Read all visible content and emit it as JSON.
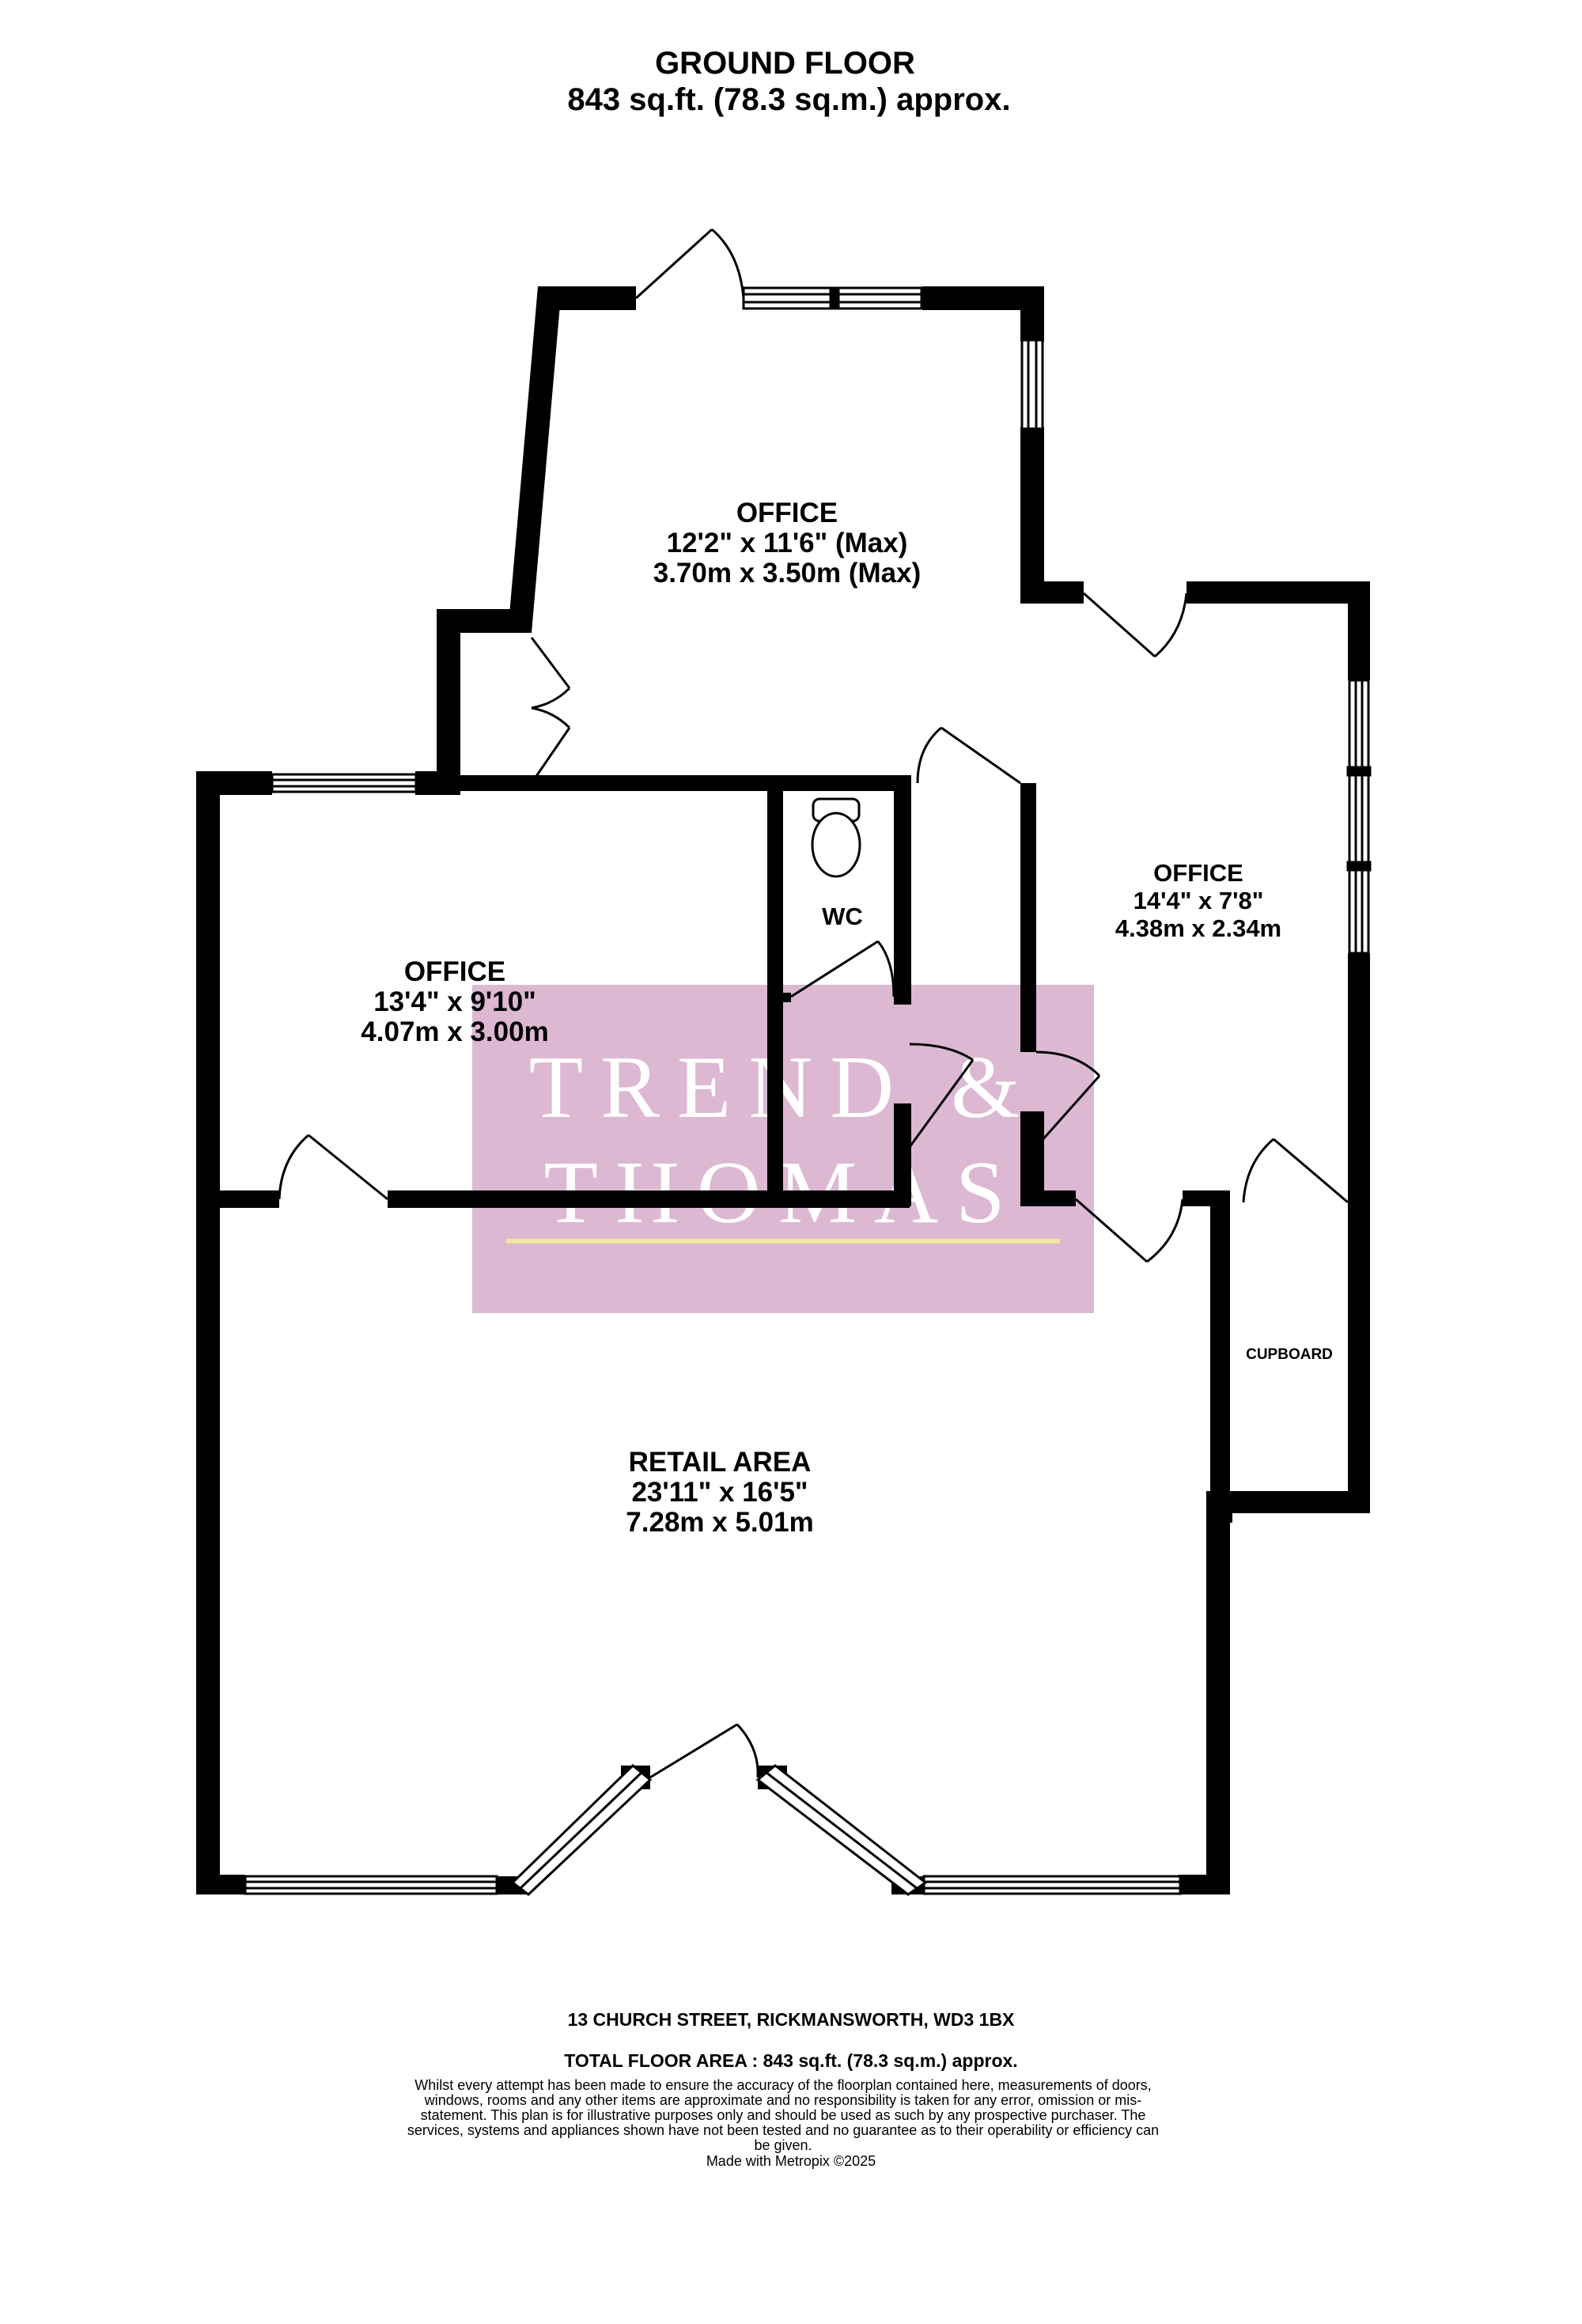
{
  "header": {
    "floor_name": "GROUND FLOOR",
    "floor_area": "843 sq.ft. (78.3 sq.m.) approx."
  },
  "rooms": {
    "office_top": {
      "name": "OFFICE",
      "imperial": "12'2\"  x 11'6\" (Max)",
      "metric": "3.70m  x 3.50m (Max)"
    },
    "office_left": {
      "name": "OFFICE",
      "imperial": "13'4\"  x 9'10\"",
      "metric": "4.07m  x 3.00m"
    },
    "office_right": {
      "name": "OFFICE",
      "imperial": "14'4\"  x 7'8\"",
      "metric": "4.38m  x 2.34m"
    },
    "wc": {
      "name": "WC"
    },
    "cupboard": {
      "name": "CUPBOARD"
    },
    "retail": {
      "name": "RETAIL AREA",
      "imperial": "23'11\"  x 16'5\"",
      "metric": "7.28m  x 5.01m"
    }
  },
  "watermark": {
    "line1": "TREND &",
    "line2": "THOMAS",
    "background_color": "#dcb8d2",
    "underline_color": "#f2e6a0"
  },
  "footer": {
    "address": "13 CHURCH STREET, RICKMANSWORTH, WD3 1BX",
    "total_area": "TOTAL FLOOR AREA : 843 sq.ft. (78.3 sq.m.) approx.",
    "disclaimer": "Whilst every attempt has been made to ensure the accuracy of the floorplan contained here, measurements of doors, windows, rooms and any other items are approximate and no responsibility is taken for any error, omission or mis-statement. This plan is for illustrative purposes only and should be used as such by any prospective purchaser. The services, systems and appliances shown have not been tested and no guarantee as to their operability or efficiency can be given.",
    "credit": "Made with Metropix ©2025"
  }
}
